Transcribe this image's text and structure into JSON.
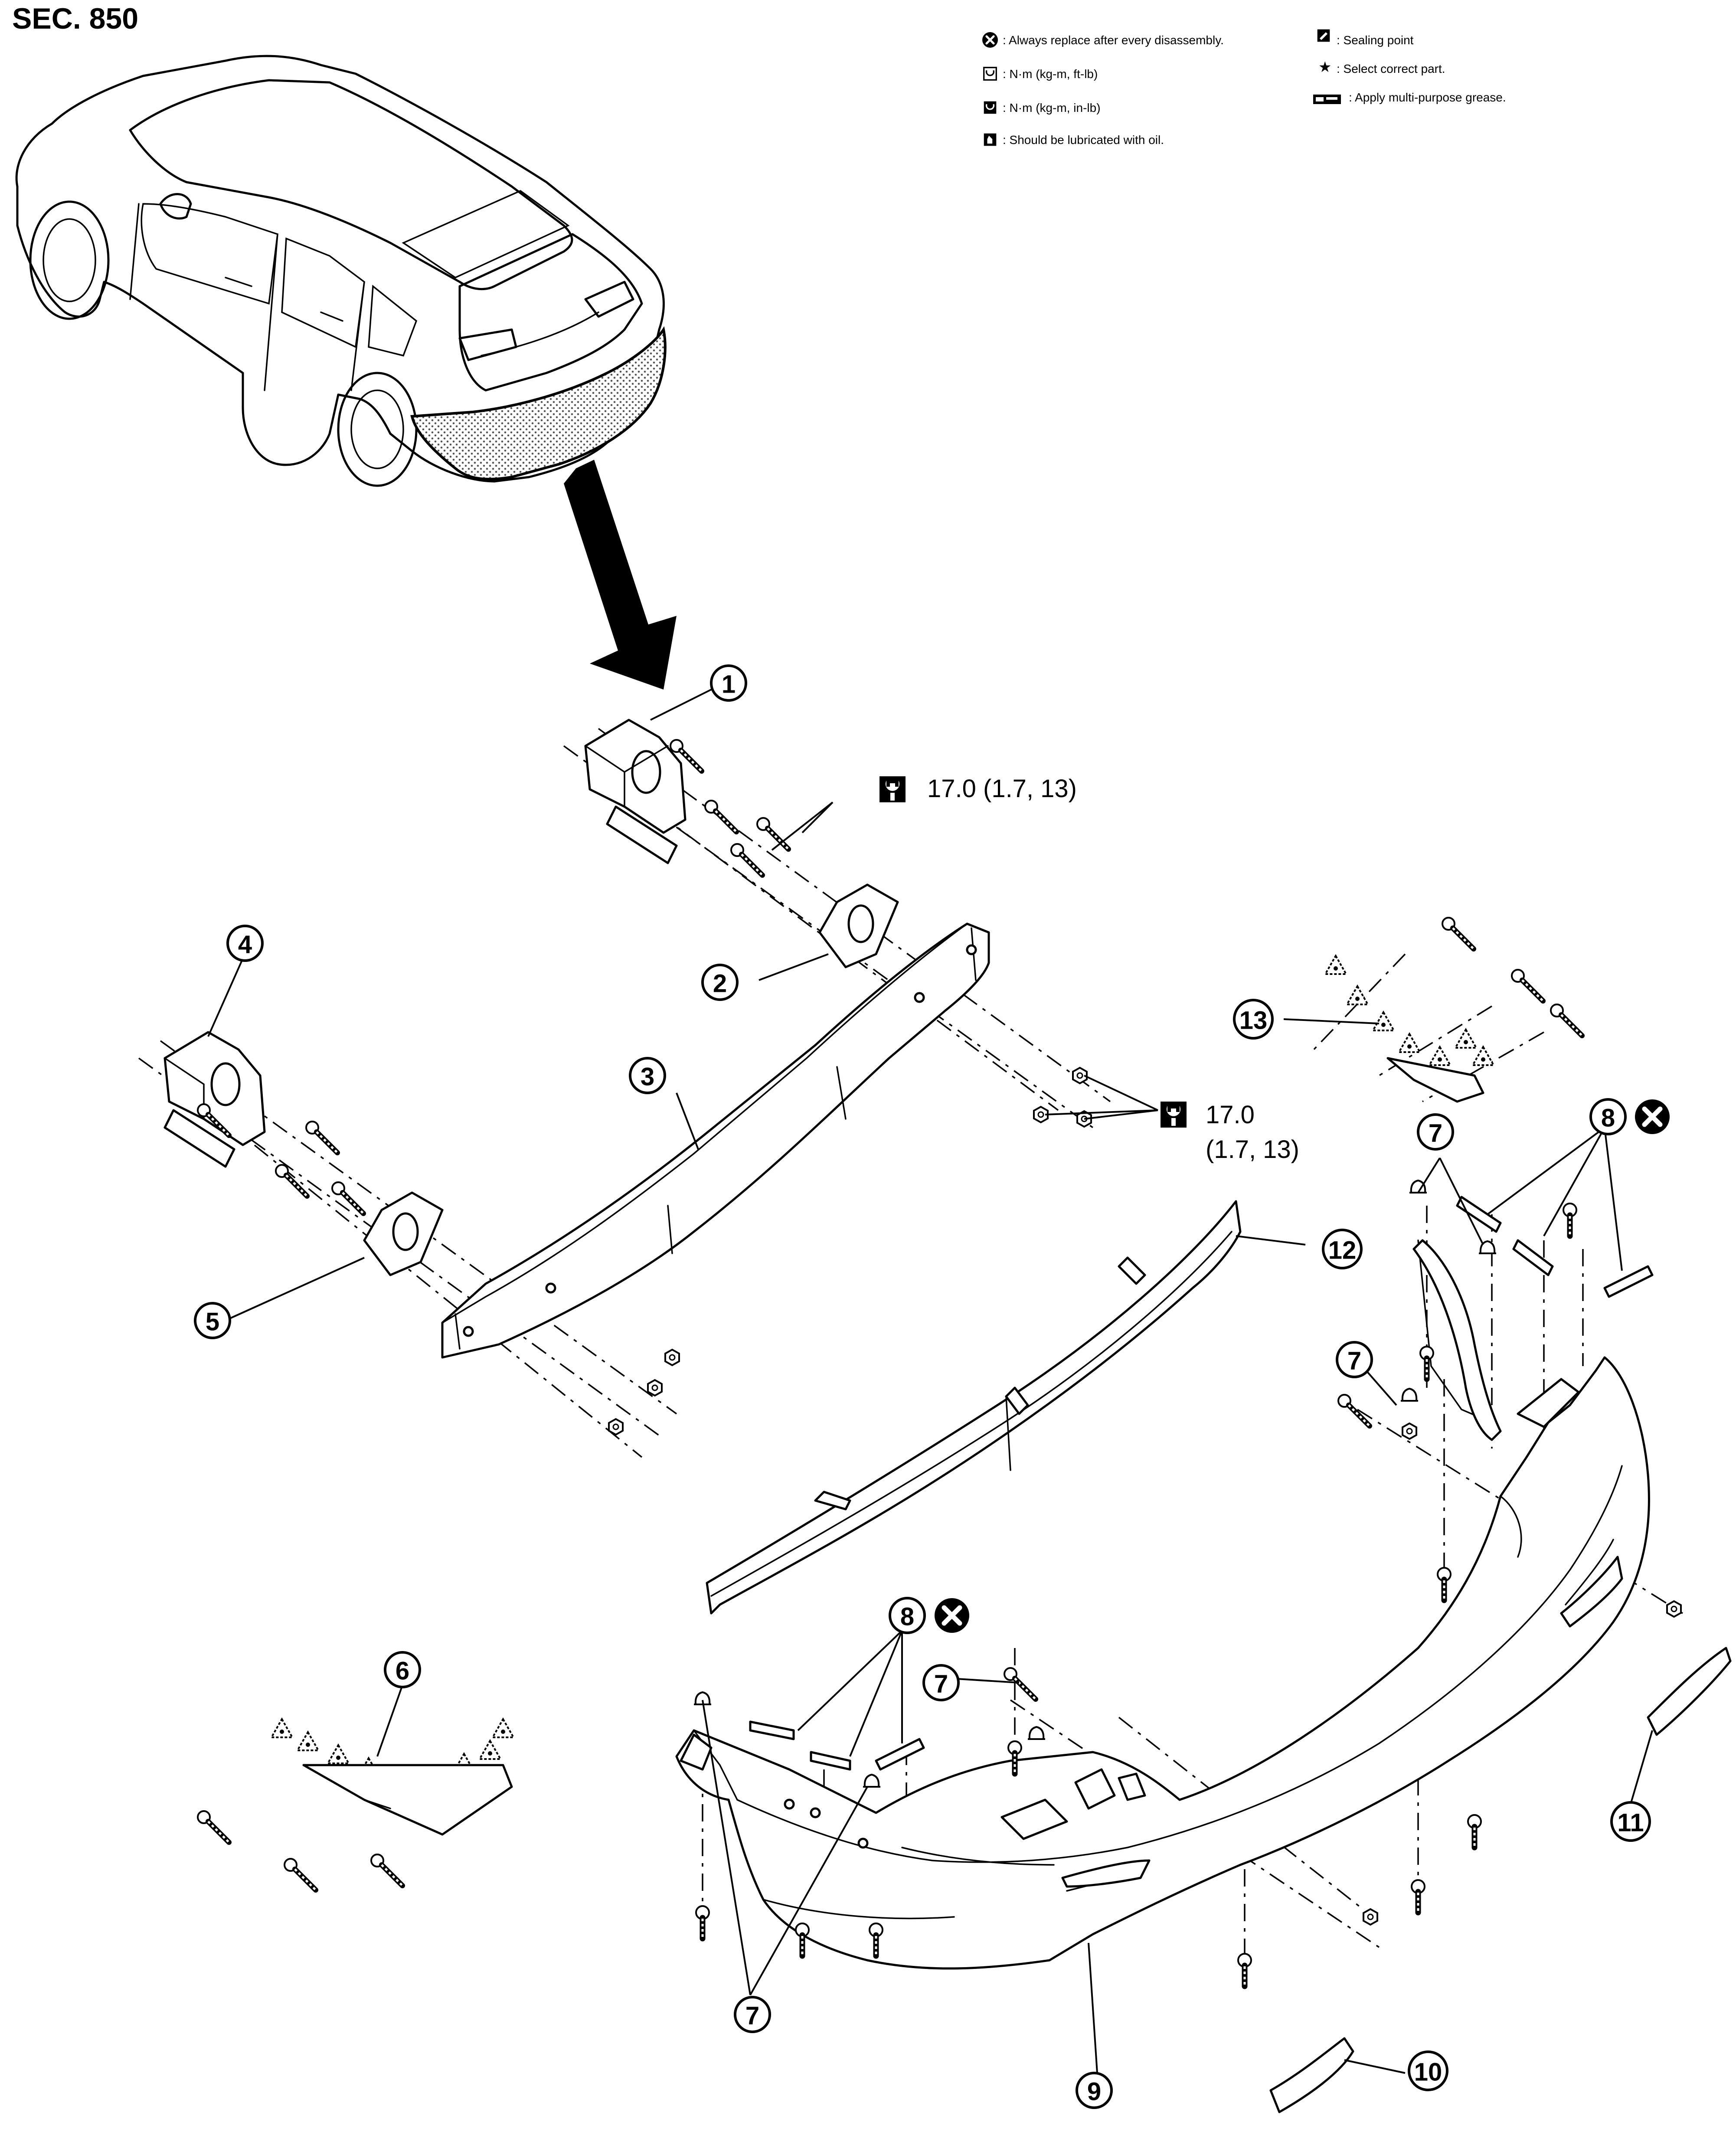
{
  "section_title": "SEC. 850",
  "legend": [
    {
      "icon": "x-circle-icon",
      "text": ": Always replace after every disassembly."
    },
    {
      "icon": "torque-wrench-icon",
      "text": ": N·m (kg-m, ft-lb)"
    },
    {
      "icon": "torque-wrench-filled-icon",
      "text": ": N·m (kg-m, in-lb)"
    },
    {
      "icon": "oil-can-icon",
      "text": ": Should be lubricated with oil."
    },
    {
      "icon": "sealing-point-icon",
      "text": ": Sealing point"
    },
    {
      "icon": "star-icon",
      "text": ": Select correct part."
    },
    {
      "icon": "grease-icon",
      "text": ": Apply multi-purpose grease."
    }
  ],
  "torque_specs": {
    "upper_line1": "17.0 (1.7, 13)",
    "lower_line1": "17.0",
    "lower_line2": "(1.7, 13)"
  },
  "callouts": {
    "c1": "1",
    "c2": "2",
    "c3": "3",
    "c4": "4",
    "c5": "5",
    "c6": "6",
    "c7a": "7",
    "c7b": "7",
    "c7c": "7",
    "c7d": "7",
    "c8a": "8",
    "c8b": "8",
    "c9": "9",
    "c10": "10",
    "c11": "11",
    "c12": "12",
    "c13": "13"
  },
  "colors": {
    "ink": "#000000",
    "paper": "#ffffff",
    "highlight_stipple": "#8a8a8a"
  }
}
